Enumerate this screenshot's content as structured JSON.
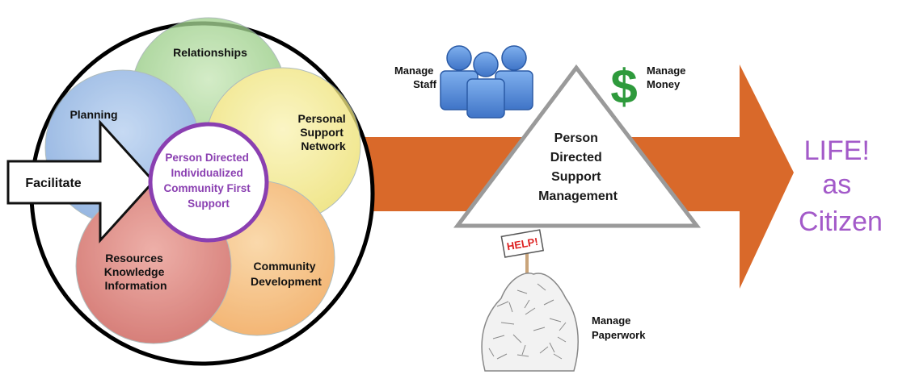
{
  "venn": {
    "circles": [
      {
        "id": "relationships",
        "label": [
          "Relationships"
        ],
        "color": "#a9d69a"
      },
      {
        "id": "planning",
        "label": [
          "Planning"
        ],
        "color": "#8fb3e0"
      },
      {
        "id": "personal",
        "label": [
          "Personal",
          "Support",
          "Network"
        ],
        "color": "#f2ea8c"
      },
      {
        "id": "community",
        "label": [
          "Community",
          "Development"
        ],
        "color": "#f5b46b"
      },
      {
        "id": "resources",
        "label": [
          "Resources",
          "Knowledge",
          "Information"
        ],
        "color": "#d9736a"
      }
    ],
    "center": [
      "Person Directed",
      "Individualized",
      "Community First",
      "Support"
    ],
    "center_color": "#8a3fb1"
  },
  "facilitate": "Facilitate",
  "triangle": {
    "label": [
      "Person",
      "Directed",
      "Support",
      "Management"
    ]
  },
  "manage_staff": [
    "Manage",
    "Staff"
  ],
  "manage_money": [
    "Manage",
    "Money"
  ],
  "dollar_sign": "$",
  "manage_paperwork": [
    "Manage",
    "Paperwork"
  ],
  "help_sign": "HELP!",
  "outcome": [
    "LIFE!",
    "as",
    "Citizen"
  ],
  "colors": {
    "arrow": "#d9692a",
    "outcome_text": "#a35ac9",
    "money": "#2e9a3c",
    "staff": "#5b8fd6"
  }
}
